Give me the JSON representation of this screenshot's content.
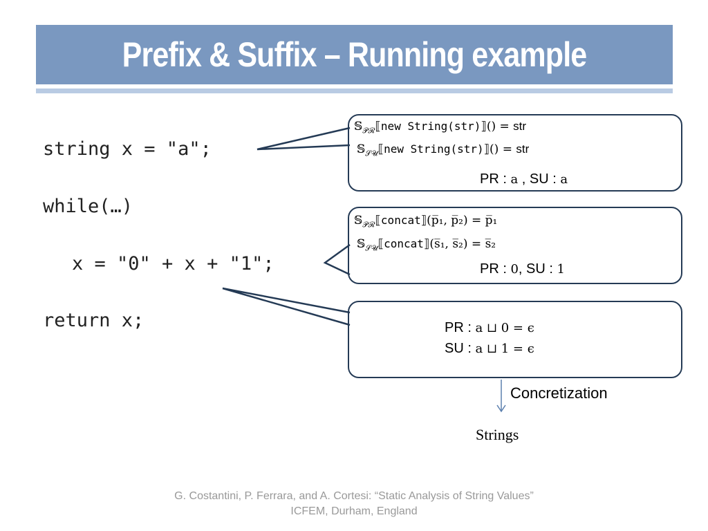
{
  "title": "Prefix & Suffix – Running example",
  "code": {
    "line1": "string x = \"a\";",
    "line2": "while(…)",
    "line3": "x = \"0\" + x + \"1\";",
    "line4": "return x;"
  },
  "box1": {
    "sem_pr": "𝕊",
    "pr_sub": "𝒫ℛ",
    "su_sub": "𝒮𝒰",
    "expr": "new String(str)",
    "args": "()",
    "rhs": "str",
    "result_pr_label": "PR : ",
    "result_pr_val": "a",
    "result_su_label": " , SU : ",
    "result_su_val": "a"
  },
  "box2": {
    "expr": "concat",
    "args_pr": "(p̅₁, p̅₂)",
    "rhs_pr": "p̅₁",
    "args_su": "(s̅₁, s̅₂)",
    "rhs_su": "s̅₂",
    "result_pr_label": "PR : ",
    "result_pr_val": "0",
    "result_su_label": ", SU : ",
    "result_su_val": "1"
  },
  "box3": {
    "pr_label": "PR : ",
    "pr_expr": "a ⊔ 0 = ϵ",
    "su_label": "SU : ",
    "su_expr": "a ⊔ 1 = ϵ"
  },
  "concretization_label": "Concretization",
  "strings_label": "Strings",
  "footer": {
    "line1": "G. Costantini, P. Ferrara, and A. Cortesi: “Static Analysis of String Values”",
    "line2": "ICFEM, Durham, England"
  },
  "colors": {
    "title_bg": "#7a98c0",
    "title_rule": "#b9cbe3",
    "box_border": "#243a55",
    "arrow": "#5b7fae",
    "footer_text": "#999999"
  }
}
